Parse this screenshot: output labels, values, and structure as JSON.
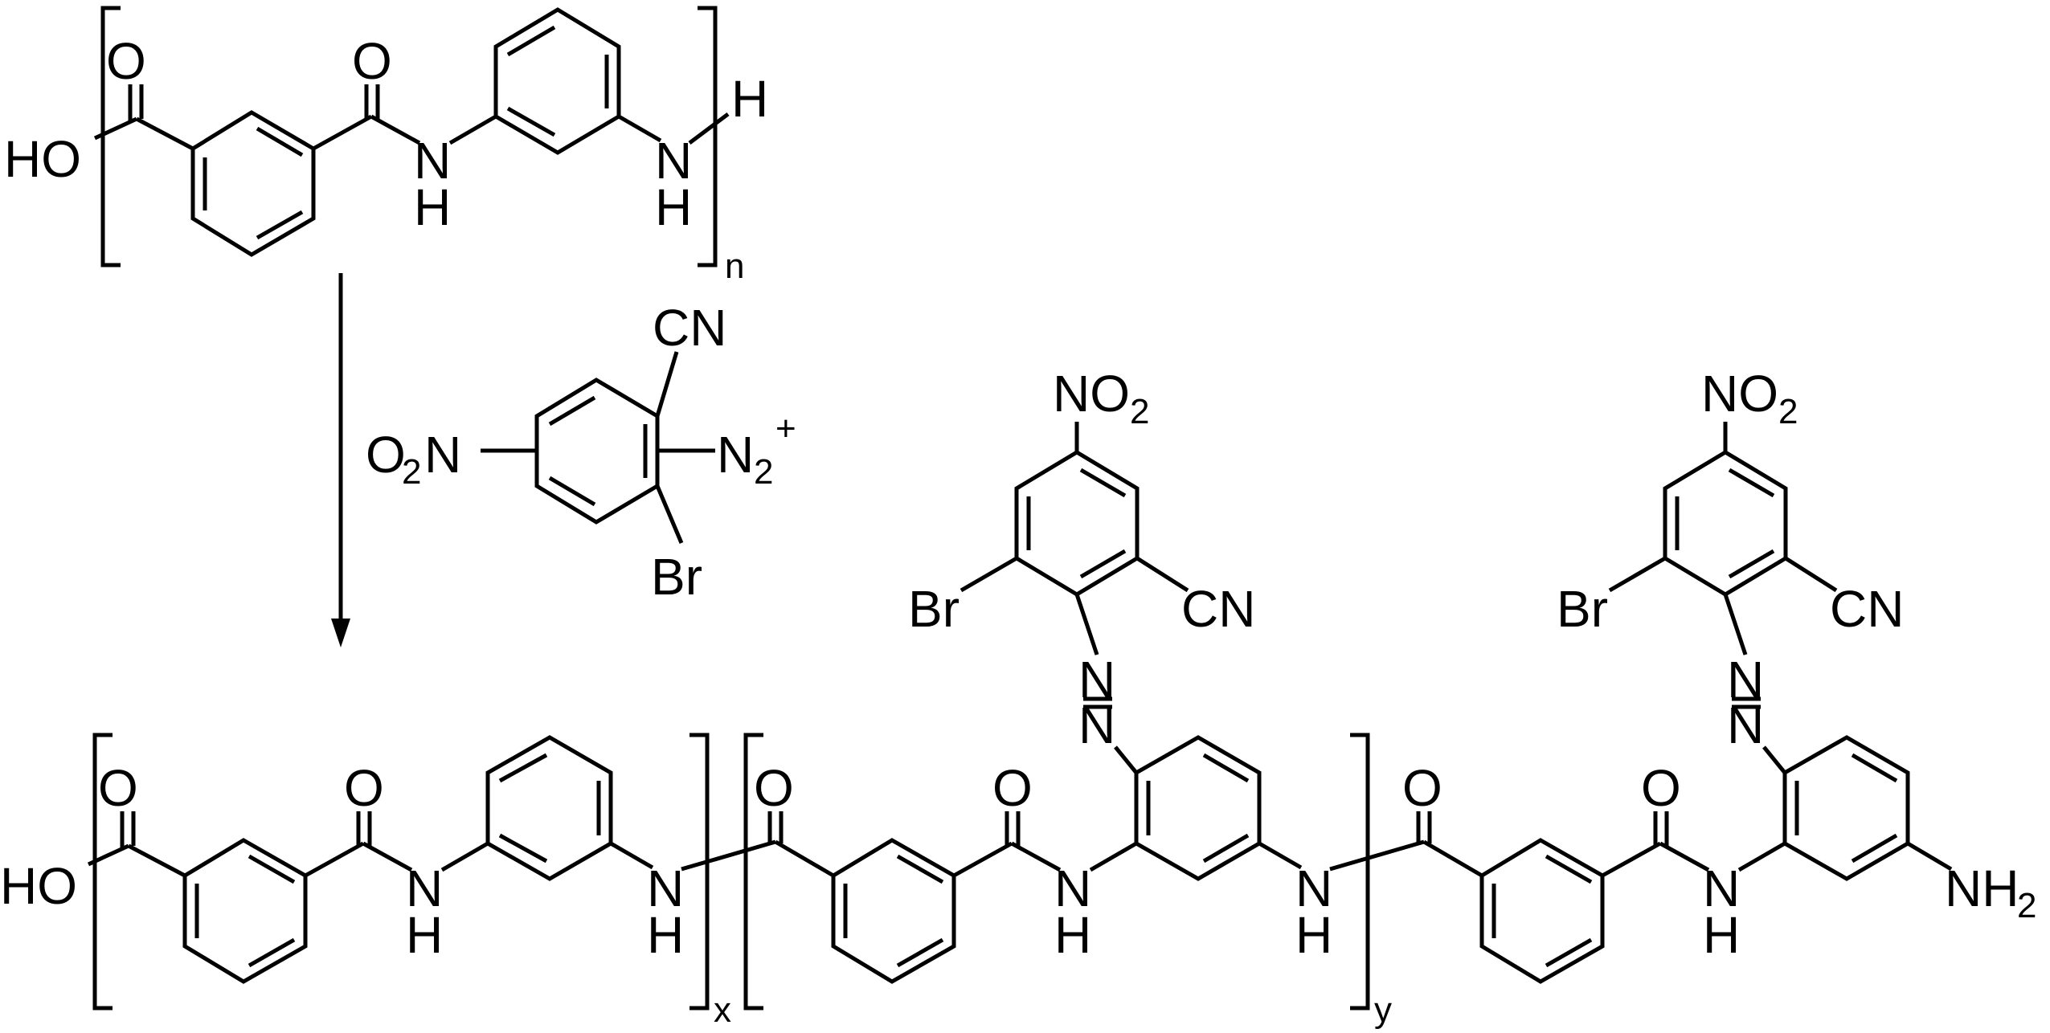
{
  "atoms": {
    "o": "O",
    "n": "N",
    "h": "H",
    "ho": "HO",
    "cn": "CN",
    "br": "Br",
    "no": "NO",
    "o2n_o": "O",
    "o2n_n": "N",
    "n2": "N",
    "nh2": "NH",
    "sub_2": "2",
    "sup_plus": "+"
  },
  "repeat_indices": {
    "n": "n",
    "x": "x",
    "y": "y"
  },
  "colors": {
    "ink": "#000000",
    "background": "#ffffff"
  }
}
